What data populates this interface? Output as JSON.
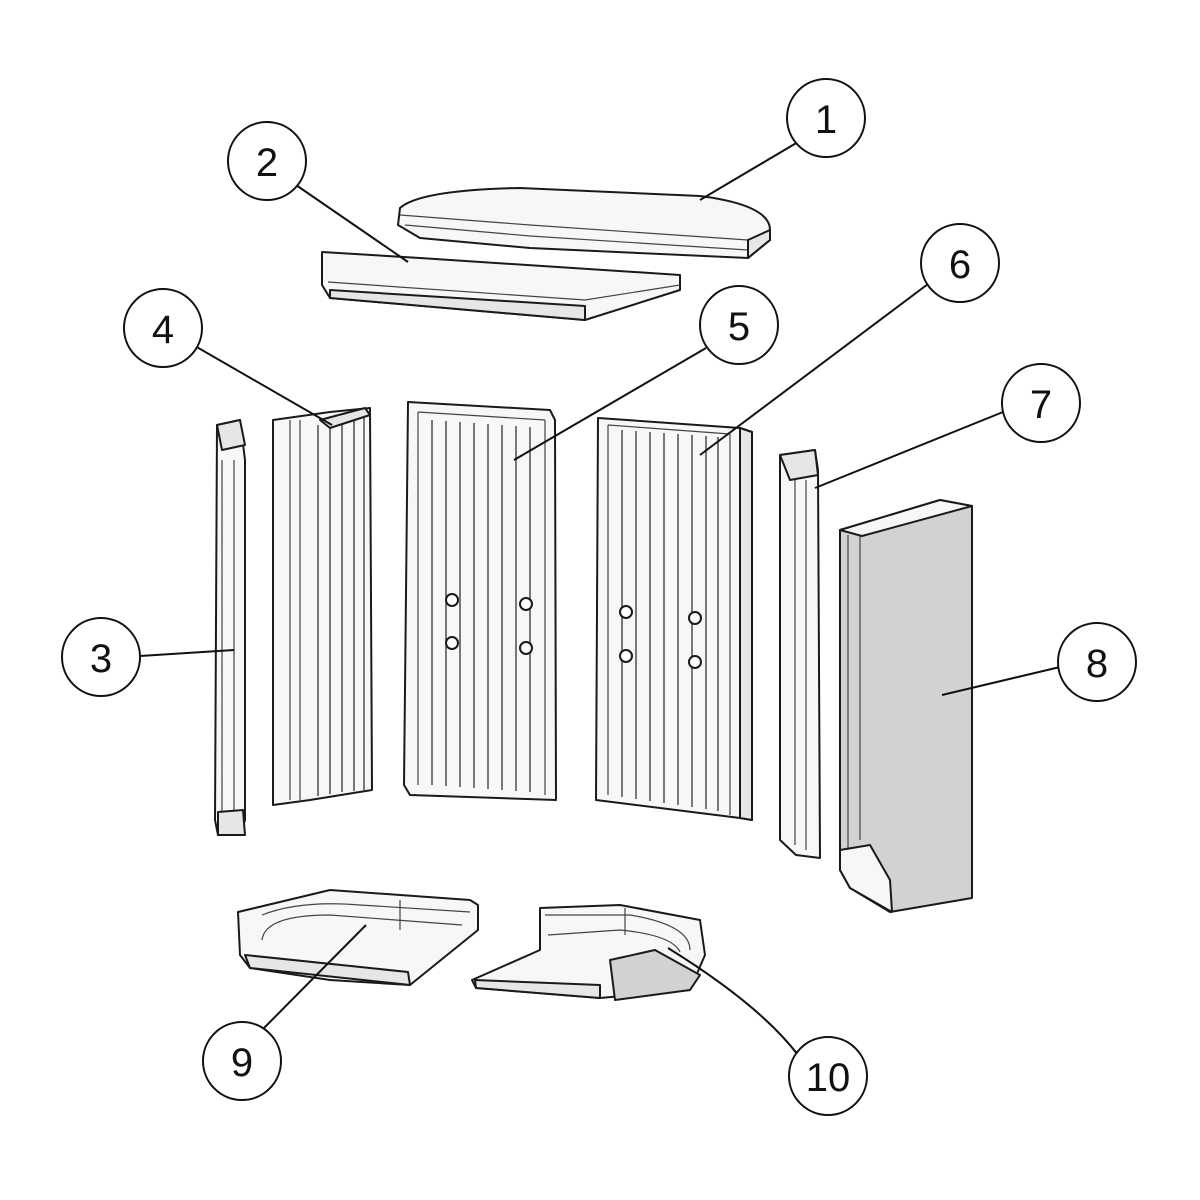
{
  "callouts": [
    {
      "label": "1"
    },
    {
      "label": "2"
    },
    {
      "label": "3"
    },
    {
      "label": "4"
    },
    {
      "label": "5"
    },
    {
      "label": "6"
    },
    {
      "label": "7"
    },
    {
      "label": "8"
    },
    {
      "label": "9"
    },
    {
      "label": "10"
    }
  ],
  "colors": {
    "line": "#1a1a1a",
    "part_fill": "#f7f7f7",
    "part_shade": "#e6e6e6",
    "background": "#ffffff"
  }
}
